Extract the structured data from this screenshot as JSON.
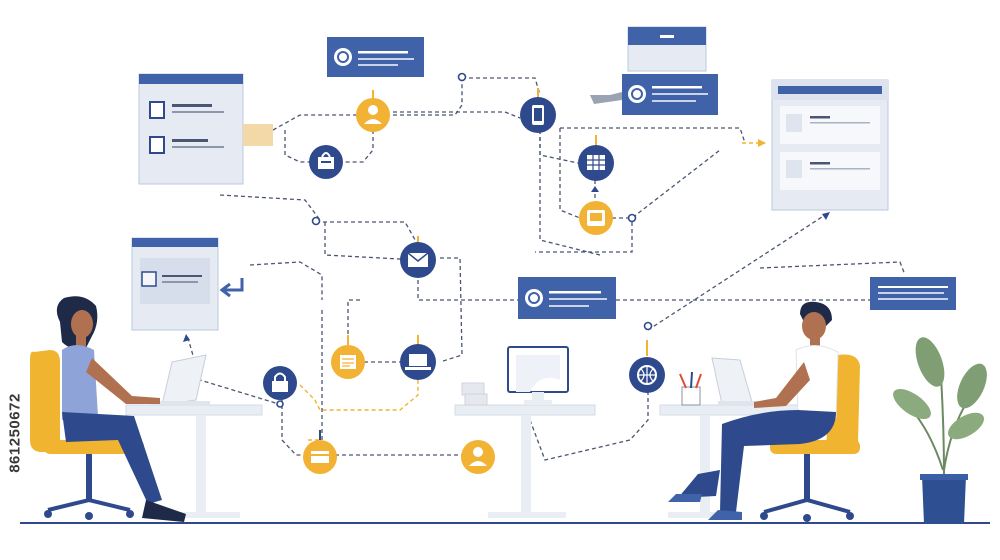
{
  "stock_id": "861250672",
  "colors": {
    "navy": "#2f4a8c",
    "blue": "#3f62a8",
    "panel": "#e6ebf3",
    "panel_edge": "#bcc8dc",
    "yellow": "#f2b233",
    "line": "#4a5672",
    "desk": "#e9edf4",
    "skin": "#b07150",
    "pants": "#2e4a8c",
    "chair": "#f0b431",
    "plant": "#7f9e73",
    "pot": "#2f4f93"
  },
  "nodes": [
    {
      "name": "user-icon",
      "color": "yellow"
    },
    {
      "name": "shopping-bag-icon",
      "color": "navy"
    },
    {
      "name": "smartphone-icon",
      "color": "navy"
    },
    {
      "name": "calendar-grid-icon",
      "color": "navy"
    },
    {
      "name": "tablet-icon",
      "color": "yellow"
    },
    {
      "name": "envelope-icon",
      "color": "navy"
    },
    {
      "name": "document-icon",
      "color": "yellow"
    },
    {
      "name": "laptop-icon",
      "color": "navy"
    },
    {
      "name": "padlock-icon",
      "color": "navy"
    },
    {
      "name": "card-icon",
      "color": "yellow"
    },
    {
      "name": "user-icon",
      "color": "yellow"
    },
    {
      "name": "globe-icon",
      "color": "navy"
    }
  ]
}
